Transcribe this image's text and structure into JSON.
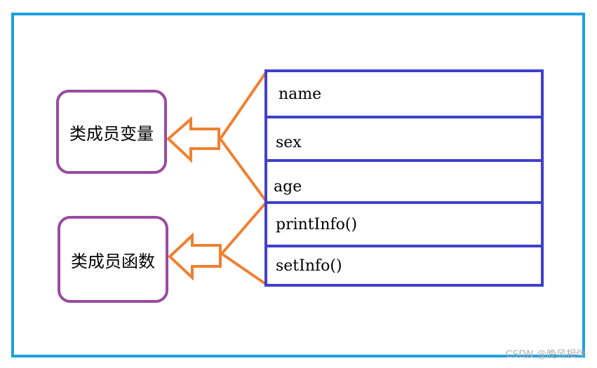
{
  "groups": {
    "variables_label": "类成员变量",
    "functions_label": "类成员函数"
  },
  "members": [
    "name",
    "sex",
    "age",
    "printInfo()",
    "setInfo()"
  ],
  "watermark": "CSDN @晚风相伴",
  "colors": {
    "frame": "#1ba1e2",
    "pill_border": "#9b4a9f",
    "table_border": "#4040cc",
    "connector": "#f08030"
  }
}
